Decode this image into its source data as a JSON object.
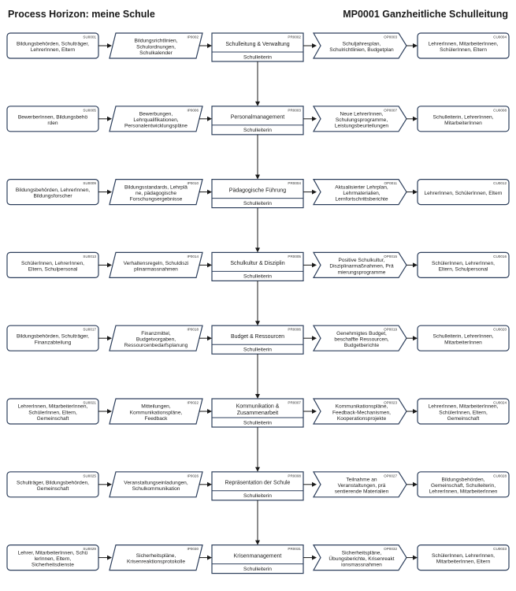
{
  "header": {
    "left": "Process Horizon: meine Schule",
    "right": "MP0001 Ganzheitliche Schulleitung"
  },
  "rows": [
    {
      "supplier": {
        "code": "SU0001",
        "lines": [
          "Bildungsbehörden, Schulträger,",
          "LehrerInnen, Eltern"
        ]
      },
      "input": {
        "code": "IP0002",
        "lines": [
          "Bildungsrichtlinien,",
          "Schulordnungen,",
          "Schulkalender"
        ]
      },
      "process": {
        "code": "PR0002",
        "lines": [
          "Schulleitung & Verwaltung"
        ],
        "role": "Schulleiterin"
      },
      "output": {
        "code": "OP0003",
        "lines": [
          "Schuljahresplan,",
          "Schulrichtlinien, Budgetplan"
        ]
      },
      "customer": {
        "code": "CU0004",
        "lines": [
          "LehrerInnen, MitarbeiterInnen,",
          "SchülerInnen, Eltern"
        ]
      }
    },
    {
      "supplier": {
        "code": "SU0005",
        "lines": [
          "BewerberInnen, Bildungsbehö",
          "rden"
        ]
      },
      "input": {
        "code": "IP0006",
        "lines": [
          "Bewerbungen,",
          "Lehrqualifikationen,",
          "Personalentwicklungspläne"
        ]
      },
      "process": {
        "code": "PR0003",
        "lines": [
          "Personalmanagement"
        ],
        "role": "Schulleiterin"
      },
      "output": {
        "code": "OP0007",
        "lines": [
          "Neue LehrerInnen,",
          "Schulungsprogramme,",
          "Leistungsbeurteilungen"
        ]
      },
      "customer": {
        "code": "CU0008",
        "lines": [
          "Schulleiterin, LehrerInnen,",
          "MitarbeiterInnen"
        ]
      }
    },
    {
      "supplier": {
        "code": "SU0009",
        "lines": [
          "Bildungsbehörden, LehrerInnen,",
          "Bildungsforscher"
        ]
      },
      "input": {
        "code": "IP0010",
        "lines": [
          "Bildungsstandards, Lehrplä",
          "ne, pädagogische",
          "Forschungsergebnisse"
        ]
      },
      "process": {
        "code": "PR0004",
        "lines": [
          "Pädagogische Führung"
        ],
        "role": "Schulleiterin"
      },
      "output": {
        "code": "OP0011",
        "lines": [
          "Aktualisierter Lehrplan,",
          "Lehrmaterialien,",
          "Lernfortschrittsberichte"
        ]
      },
      "customer": {
        "code": "CU0012",
        "lines": [
          "LehrerInnen, SchülerInnen, Eltern"
        ]
      }
    },
    {
      "supplier": {
        "code": "SU0013",
        "lines": [
          "SchülerInnen, LehrerInnen,",
          "Eltern, Schulpersonal"
        ]
      },
      "input": {
        "code": "IP0014",
        "lines": [
          "Verhaltensregeln, Schuldiszi",
          "plinarmassnahmen"
        ]
      },
      "process": {
        "code": "PR0005",
        "lines": [
          "Schulkultur & Disziplin"
        ],
        "role": "Schulleiterin"
      },
      "output": {
        "code": "OP0015",
        "lines": [
          "Positive Schulkultur,",
          "Disziplinarmaßnahmen, Prä",
          "mierungsprogramme"
        ]
      },
      "customer": {
        "code": "CU0016",
        "lines": [
          "SchülerInnen, LehrerInnen,",
          "Eltern, Schulpersonal"
        ]
      }
    },
    {
      "supplier": {
        "code": "SU0017",
        "lines": [
          "Bildungsbehörden, Schulträger,",
          "Finanzabteilung"
        ]
      },
      "input": {
        "code": "IP0018",
        "lines": [
          "Finanzmittel,",
          "Budgetvorgaben,",
          "Ressourcenbedarfsplanung"
        ]
      },
      "process": {
        "code": "PR0006",
        "lines": [
          "Budget & Ressourcen"
        ],
        "role": "Schulleiterin"
      },
      "output": {
        "code": "OP0019",
        "lines": [
          "Genehmigtes Budget,",
          "beschaffte Ressourcen,",
          "Budgetberichte"
        ]
      },
      "customer": {
        "code": "CU0020",
        "lines": [
          "Schulleiterin, LehrerInnen,",
          "MitarbeiterInnen"
        ]
      }
    },
    {
      "supplier": {
        "code": "SU0021",
        "lines": [
          "LehrerInnen, MitarbeiterInnen,",
          "SchülerInnen, Eltern,",
          "Gemeinschaft"
        ]
      },
      "input": {
        "code": "IP0022",
        "lines": [
          "Mitteilungen,",
          "Kommunikationspläne,",
          "Feedback"
        ]
      },
      "process": {
        "code": "PR0007",
        "lines": [
          "Kommunikation &",
          "Zusammenarbeit"
        ],
        "role": "Schulleiterin"
      },
      "output": {
        "code": "OP0023",
        "lines": [
          "Kommunikationspläne,",
          "Feedback-Mechanismen,",
          "Kooperationsprojekte"
        ]
      },
      "customer": {
        "code": "CU0024",
        "lines": [
          "LehrerInnen, MitarbeiterInnen,",
          "SchülerInnen, Eltern,",
          "Gemeinschaft"
        ]
      }
    },
    {
      "supplier": {
        "code": "SU0025",
        "lines": [
          "Schulträger, Bildungsbehörden,",
          "Gemeinschaft"
        ]
      },
      "input": {
        "code": "IP0026",
        "lines": [
          "Veranstaltungseinladungen,",
          "Schulkommunikation"
        ]
      },
      "process": {
        "code": "PR0008",
        "lines": [
          "Repräsentation der Schule"
        ],
        "role": "Schulleiterin"
      },
      "output": {
        "code": "OP0027",
        "lines": [
          "Teilnahme an",
          "Veranstaltungen, prä",
          "sentierende Materialien"
        ]
      },
      "customer": {
        "code": "CU0028",
        "lines": [
          "Bildungsbehörden,",
          "Gemeinschaft, Schulleiterin,",
          "LehrerInnen, MitarbeiterInnen"
        ]
      }
    },
    {
      "supplier": {
        "code": "SU0029",
        "lines": [
          "Lehrer, MitarbeiterInnen, Schü",
          "lerInnen, Eltern,",
          "Sicherheitsdienste"
        ]
      },
      "input": {
        "code": "IP0030",
        "lines": [
          "Sicherheitspläne,",
          "Krisenreaktionsprotokolle"
        ]
      },
      "process": {
        "code": "PR0031",
        "lines": [
          "Krisenmanagement"
        ],
        "role": "Schulleiterin"
      },
      "output": {
        "code": "OP0032",
        "lines": [
          "Sicherheitspläne,",
          "Übungsberichte, Krisenreakt",
          "ionsmassnahmen"
        ]
      },
      "customer": {
        "code": "CU0033",
        "lines": [
          "SchülerInnen, LehrerInnen,",
          "MitarbeiterInnen, Eltern"
        ]
      }
    }
  ]
}
